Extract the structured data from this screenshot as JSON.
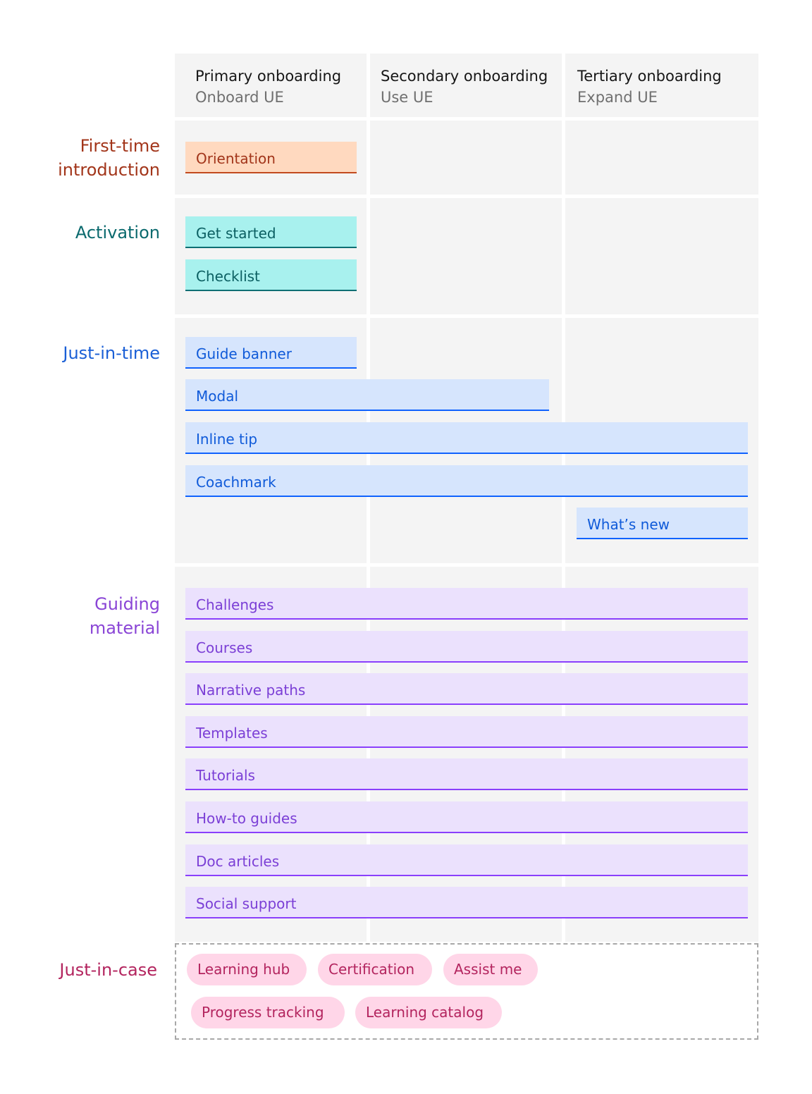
{
  "columns": [
    {
      "title": "Primary onboarding",
      "subtitle": "Onboard UE"
    },
    {
      "title": "Secondary onboarding",
      "subtitle": "Use UE"
    },
    {
      "title": "Tertiary onboarding",
      "subtitle": "Expand UE"
    }
  ],
  "rows": {
    "first_time": {
      "label": "First-time\nintroduction",
      "color": "#a2351a"
    },
    "activation": {
      "label": "Activation",
      "color": "#0b6a6e"
    },
    "just_in_time": {
      "label": "Just-in-time",
      "color": "#1a5fd6"
    },
    "guiding": {
      "label": "Guiding\nmaterial",
      "color": "#8a45d6"
    },
    "just_in_case": {
      "label": "Just-in-case",
      "color": "#b3245e"
    }
  },
  "bars": {
    "orientation": "Orientation",
    "get_started": "Get started",
    "checklist": "Checklist",
    "guide_banner": "Guide banner",
    "modal": "Modal",
    "inline_tip": "Inline tip",
    "coachmark": "Coachmark",
    "whats_new": "What’s new",
    "challenges": "Challenges",
    "courses": "Courses",
    "narrative_paths": "Narrative paths",
    "templates": "Templates",
    "tutorials": "Tutorials",
    "how_to_guides": "How-to guides",
    "doc_articles": "Doc articles",
    "social_support": "Social support"
  },
  "pills": {
    "learning_hub": "Learning hub",
    "certification": "Certification",
    "assist_me": "Assist me",
    "progress_tracking": "Progress tracking",
    "learning_catalog": "Learning catalog"
  }
}
